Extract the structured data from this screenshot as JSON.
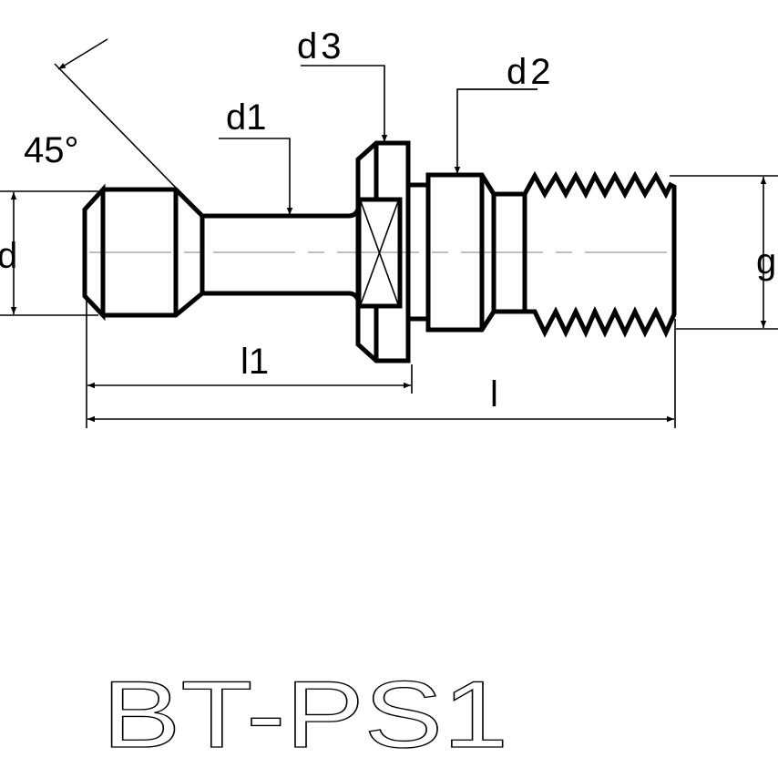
{
  "drawing": {
    "title": "BT-PS1",
    "dimensions": {
      "angle": "45°",
      "d": "d",
      "d1": "d1",
      "d2": "d2",
      "d3": "d3",
      "g": "g",
      "l1": "l1",
      "l": "l"
    }
  }
}
